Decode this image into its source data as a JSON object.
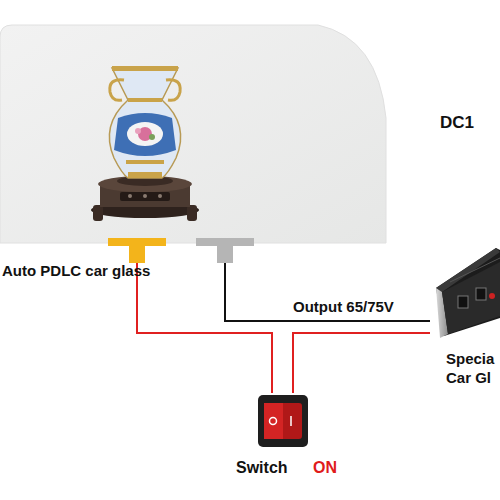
{
  "diagram": {
    "nodes": [
      {
        "text": [
          "Auto PDLC car glass"
        ]
      },
      {
        "text": [
          "Specia Car Gl"
        ]
      },
      {
        "text": [
          "Switch",
          "ON"
        ]
      }
    ],
    "edges": [
      {
        "from": 0,
        "to": 2,
        "arrow": "none"
      },
      {
        "from": 2,
        "to": 1,
        "arrow": "none"
      },
      {
        "from": 0,
        "to": 1,
        "label": "Output 65/75V",
        "arrow": "none"
      }
    ],
    "labels": [
      "DC1"
    ]
  }
}
